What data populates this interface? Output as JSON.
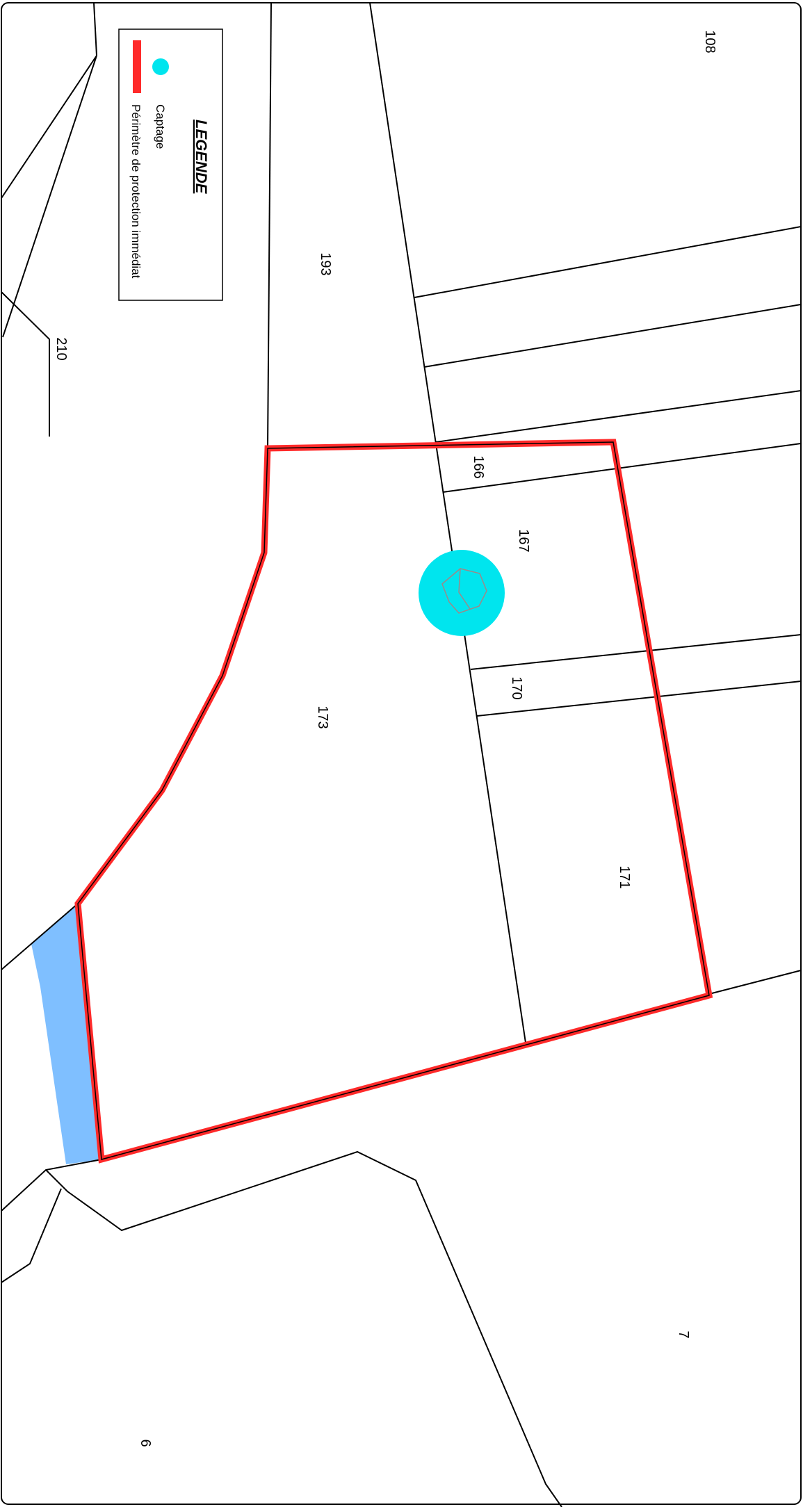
{
  "legend": {
    "title": "LEGENDE",
    "items": [
      {
        "label": "Captage",
        "color": "#00e5ee"
      },
      {
        "label": "Périmètre de protection immédiat",
        "color": "#ff2a2a"
      }
    ]
  },
  "parcels": [
    {
      "id": "108",
      "label": "108"
    },
    {
      "id": "193",
      "label": "193"
    },
    {
      "id": "210",
      "label": "210"
    },
    {
      "id": "166",
      "label": "166"
    },
    {
      "id": "167",
      "label": "167"
    },
    {
      "id": "170",
      "label": "170"
    },
    {
      "id": "173",
      "label": "173"
    },
    {
      "id": "171",
      "label": "171"
    },
    {
      "id": "7",
      "label": "7"
    },
    {
      "id": "6",
      "label": "6"
    }
  ],
  "colors": {
    "perimeter": "#ff2a2a",
    "captage": "#00e5ee",
    "water": "#7fbfff",
    "parcel_lines": "#000000"
  }
}
